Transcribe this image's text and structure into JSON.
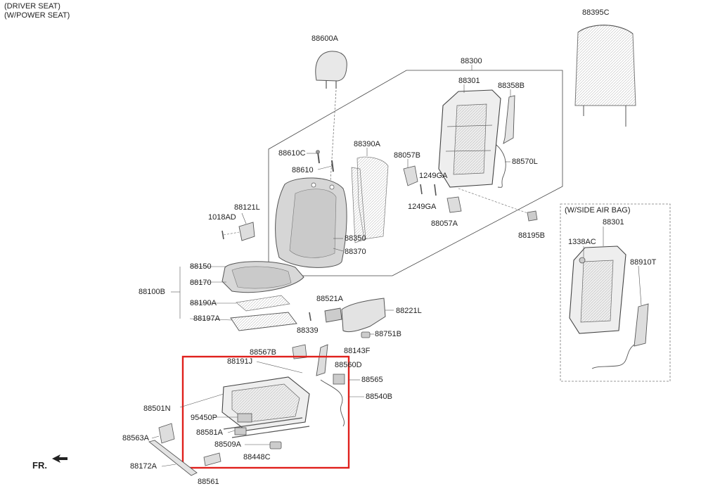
{
  "header": {
    "line1": "(DRIVER SEAT)",
    "line2": "(W/POWER SEAT)"
  },
  "side_airbag_box": {
    "title": "(W/SIDE AIR BAG)"
  },
  "direction": {
    "label": "FR."
  },
  "highlight_color": "#e0201c",
  "parts": {
    "p88395C": "88395C",
    "p88600A": "88600A",
    "p88300": "88300",
    "p88301_top": "88301",
    "p88358B": "88358B",
    "p88390A": "88390A",
    "p88610C": "88610C",
    "p88610": "88610",
    "p88057B": "88057B",
    "p1249GA_1": "1249GA",
    "p88570L": "88570L",
    "p1249GA_2": "1249GA",
    "p88121L": "88121L",
    "p1018AD": "1018AD",
    "p88057A": "88057A",
    "p88195B": "88195B",
    "p88350": "88350",
    "p88370": "88370",
    "p88301_box": "88301",
    "p1338AC": "1338AC",
    "p88910T": "88910T",
    "p88150": "88150",
    "p88170": "88170",
    "p88100B": "88100B",
    "p88190A": "88190A",
    "p88197A": "88197A",
    "p88521A": "88521A",
    "p88221L": "88221L",
    "p88339": "88339",
    "p88751B": "88751B",
    "p88567B": "88567B",
    "p88143F": "88143F",
    "p88191J": "88191J",
    "p88560D": "88560D",
    "p88565": "88565",
    "p88540B": "88540B",
    "p88501N": "88501N",
    "p95450P": "95450P",
    "p88581A": "88581A",
    "p88563A": "88563A",
    "p88509A": "88509A",
    "p88448C": "88448C",
    "p88172A": "88172A",
    "p88561": "88561"
  }
}
